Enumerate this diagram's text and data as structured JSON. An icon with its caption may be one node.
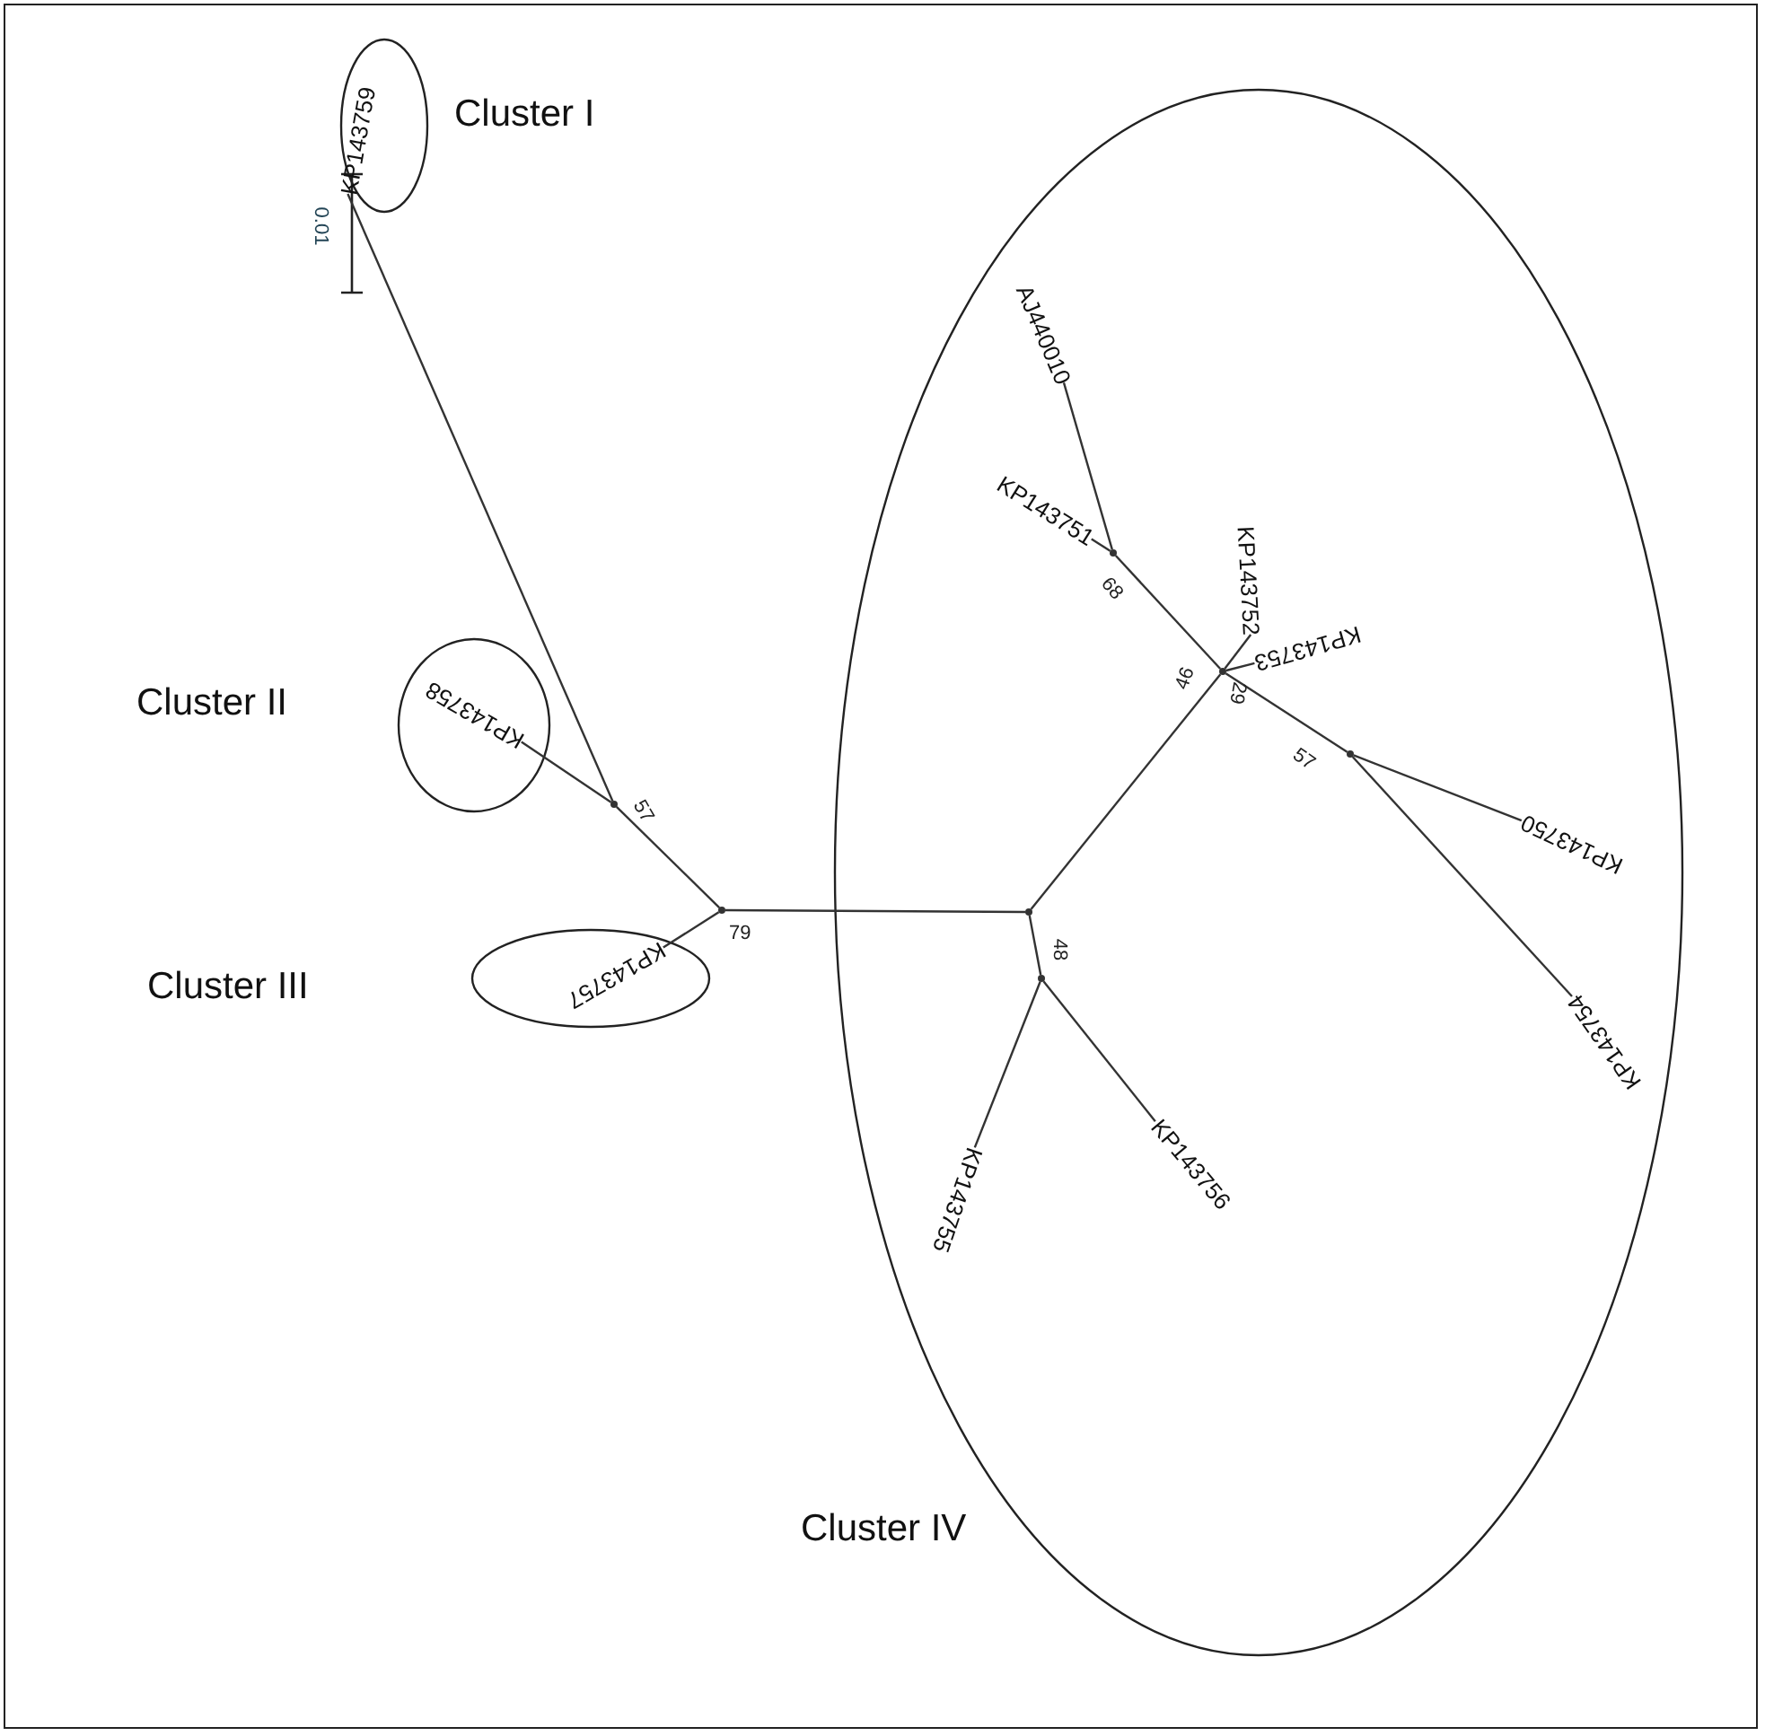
{
  "diagram": {
    "nodes": [
      {
        "text": [
          "Cluster I"
        ]
      },
      {
        "text": [
          "KP143759"
        ],
        "in": 0
      },
      {
        "text": [
          "Cluster II"
        ]
      },
      {
        "text": [
          "KP143758"
        ],
        "in": 2
      },
      {
        "text": [
          "Cluster III"
        ]
      },
      {
        "text": [
          "KP143757"
        ],
        "in": 4
      },
      {
        "text": [
          "Cluster IV"
        ]
      },
      {
        "text": [
          "AJ440010"
        ],
        "in": 6
      },
      {
        "text": [
          "KP143751"
        ],
        "in": 6
      },
      {
        "text": [
          "KP143752"
        ],
        "in": 6
      },
      {
        "text": [
          "KP143753"
        ],
        "in": 6
      },
      {
        "text": [
          "KP143750"
        ],
        "in": 6
      },
      {
        "text": [
          "KP143754"
        ],
        "in": 6
      },
      {
        "text": [
          "KP143756"
        ],
        "in": 6
      },
      {
        "text": [
          "KP143755"
        ],
        "in": 6
      },
      {
        "text": [],
        "shape": "point",
        "beside": [
          "57"
        ]
      },
      {
        "text": [],
        "shape": "point",
        "beside": [
          "79"
        ]
      },
      {
        "text": [],
        "shape": "point",
        "in": 6
      },
      {
        "text": [],
        "shape": "point",
        "in": 6,
        "beside": [
          "46",
          "29"
        ]
      },
      {
        "text": [],
        "shape": "point",
        "in": 6,
        "beside": [
          "68"
        ]
      },
      {
        "text": [],
        "shape": "point",
        "in": 6,
        "beside": [
          "57"
        ]
      },
      {
        "text": [],
        "shape": "point",
        "in": 6,
        "beside": [
          "48"
        ]
      }
    ],
    "edges": [
      {
        "from": 15,
        "to": 1,
        "arrow": "none"
      },
      {
        "from": 15,
        "to": 3,
        "arrow": "none"
      },
      {
        "from": 15,
        "to": 16,
        "arrow": "none"
      },
      {
        "from": 16,
        "to": 5,
        "arrow": "none"
      },
      {
        "from": 16,
        "to": 17,
        "arrow": "none"
      },
      {
        "from": 17,
        "to": 18,
        "arrow": "none"
      },
      {
        "from": 17,
        "to": 21,
        "arrow": "none"
      },
      {
        "from": 21,
        "to": 14,
        "arrow": "none"
      },
      {
        "from": 21,
        "to": 13,
        "arrow": "none"
      },
      {
        "from": 18,
        "to": 19,
        "arrow": "none"
      },
      {
        "from": 18,
        "to": 20,
        "arrow": "none"
      },
      {
        "from": 18,
        "to": 9,
        "arrow": "none"
      },
      {
        "from": 18,
        "to": 10,
        "arrow": "none"
      },
      {
        "from": 19,
        "to": 7,
        "arrow": "none"
      },
      {
        "from": 19,
        "to": 8,
        "arrow": "none"
      },
      {
        "from": 20,
        "to": 11,
        "arrow": "none"
      },
      {
        "from": 20,
        "to": 12,
        "arrow": "none"
      }
    ],
    "labels": [
      "0.01"
    ]
  }
}
